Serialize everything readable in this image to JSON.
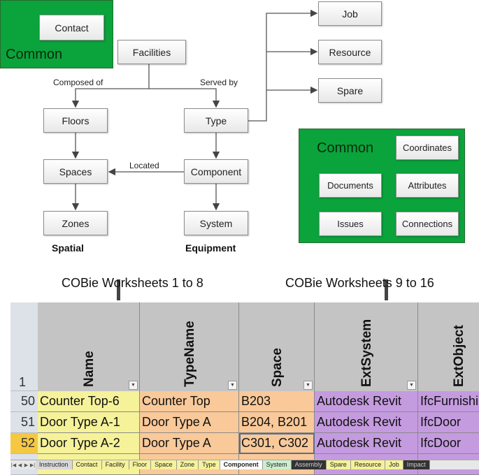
{
  "colors": {
    "common_green": "#0aa33c",
    "yellow": "#f5f29a",
    "orange": "#f9c99a",
    "purple": "#c59be0",
    "row_selected": "#f5c842"
  },
  "diagram": {
    "common_top": {
      "label": "Common",
      "items": [
        "Contact"
      ]
    },
    "nodes": {
      "facilities": "Facilities",
      "floors": "Floors",
      "spaces": "Spaces",
      "zones": "Zones",
      "type": "Type",
      "component": "Component",
      "system": "System",
      "job": "Job",
      "resource": "Resource",
      "spare": "Spare"
    },
    "edges": {
      "composed_of": "Composed of",
      "served_by": "Served by",
      "located": "Located"
    },
    "groups": {
      "spatial": "Spatial",
      "equipment": "Equipment"
    },
    "common_right": {
      "label": "Common",
      "items": [
        "Coordinates",
        "Documents",
        "Attributes",
        "Issues",
        "Connections"
      ]
    }
  },
  "worksheet_labels": [
    "COBie Worksheets 1 to 8",
    "COBie Worksheets 9 to 16"
  ],
  "sheet": {
    "header_row_number": "1",
    "columns": [
      "Name",
      "TypeName",
      "Space",
      "ExtSystem",
      "ExtObject"
    ],
    "rows": [
      {
        "num": "50",
        "cells": [
          "Counter Top-6",
          "Counter Top",
          "B203",
          "Autodesk Revit",
          "IfcFurnishingElement"
        ]
      },
      {
        "num": "51",
        "cells": [
          "Door Type A-1",
          "Door Type A",
          "B204, B201",
          "Autodesk Revit",
          "IfcDoor"
        ]
      },
      {
        "num": "52",
        "cells": [
          "Door Type A-2",
          "Door Type A",
          "C301, C302",
          "Autodesk Revit",
          "IfcDoor"
        ]
      }
    ],
    "tabs": [
      {
        "label": "Instruction",
        "color": "#d8d8d8"
      },
      {
        "label": "Contact",
        "color": "#f5f29a"
      },
      {
        "label": "Facility",
        "color": "#f5f29a"
      },
      {
        "label": "Floor",
        "color": "#f5f29a"
      },
      {
        "label": "Space",
        "color": "#f5f29a"
      },
      {
        "label": "Zone",
        "color": "#f5f29a"
      },
      {
        "label": "Type",
        "color": "#f5f29a"
      },
      {
        "label": "Component",
        "color": "#ffffff",
        "active": true
      },
      {
        "label": "System",
        "color": "#cdeecd"
      },
      {
        "label": "Assembly",
        "color": "#333333"
      },
      {
        "label": "Spare",
        "color": "#f5f29a"
      },
      {
        "label": "Resource",
        "color": "#f5f29a"
      },
      {
        "label": "Job",
        "color": "#f5f29a"
      },
      {
        "label": "Impact",
        "color": "#333333"
      }
    ]
  }
}
